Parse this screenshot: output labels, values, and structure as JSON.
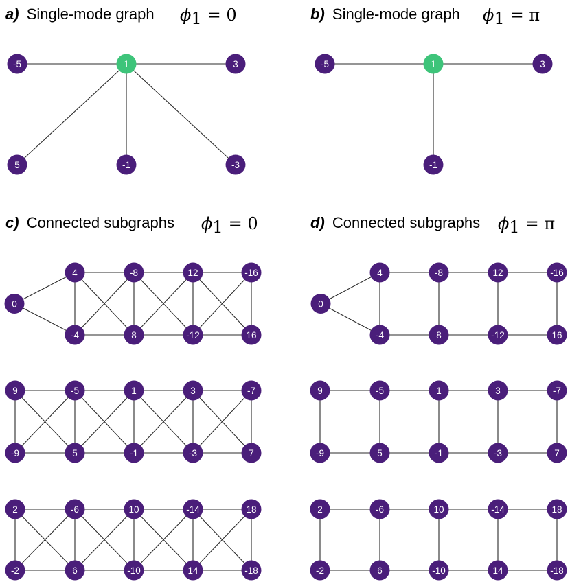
{
  "colors": {
    "node": "#4a1e7a",
    "highlight": "#3ec47a",
    "edge": "#2b2b2b"
  },
  "panels": [
    {
      "id": "a",
      "letter": "a)",
      "title": "Single-mode graph",
      "phi_symbol": "ϕ",
      "phi_sub": "1",
      "phi_eq": "= 0",
      "nodes": [
        {
          "id": "a-n1",
          "label": "1",
          "highlight": true
        },
        {
          "id": "a-nm5",
          "label": "-5"
        },
        {
          "id": "a-n3",
          "label": "3"
        },
        {
          "id": "a-n5",
          "label": "5"
        },
        {
          "id": "a-nm1",
          "label": "-1"
        },
        {
          "id": "a-nm3",
          "label": "-3"
        }
      ],
      "edges": [
        [
          "a-nm5",
          "a-n1"
        ],
        [
          "a-n1",
          "a-n3"
        ],
        [
          "a-n1",
          "a-n5"
        ],
        [
          "a-n1",
          "a-nm1"
        ],
        [
          "a-n1",
          "a-nm3"
        ]
      ]
    },
    {
      "id": "b",
      "letter": "b)",
      "title": "Single-mode graph",
      "phi_symbol": "ϕ",
      "phi_sub": "1",
      "phi_eq": "= π",
      "nodes": [
        {
          "id": "b-n1",
          "label": "1",
          "highlight": true
        },
        {
          "id": "b-nm5",
          "label": "-5"
        },
        {
          "id": "b-n3",
          "label": "3"
        },
        {
          "id": "b-nm1",
          "label": "-1"
        }
      ],
      "edges": [
        [
          "b-nm5",
          "b-n1"
        ],
        [
          "b-n1",
          "b-n3"
        ],
        [
          "b-n1",
          "b-nm1"
        ]
      ]
    },
    {
      "id": "c",
      "letter": "c)",
      "title": "Connected subgraphs",
      "phi_symbol": "ϕ",
      "phi_sub": "1",
      "phi_eq": "= 0",
      "rows": [
        {
          "top": [
            "4",
            "-8",
            "12",
            "-16"
          ],
          "bottom": [
            "-4",
            "8",
            "-12",
            "16"
          ],
          "left_node": "0"
        },
        {
          "top": [
            "9",
            "-5",
            "1",
            "3",
            "-7"
          ],
          "bottom": [
            "-9",
            "5",
            "-1",
            "-3",
            "7"
          ]
        },
        {
          "top": [
            "2",
            "-6",
            "10",
            "-14",
            "18"
          ],
          "bottom": [
            "-2",
            "6",
            "-10",
            "14",
            "-18"
          ]
        }
      ],
      "cross_edges": true
    },
    {
      "id": "d",
      "letter": "d)",
      "title": "Connected subgraphs",
      "phi_symbol": "ϕ",
      "phi_sub": "1",
      "phi_eq": "= π",
      "rows": [
        {
          "top": [
            "4",
            "-8",
            "12",
            "-16"
          ],
          "bottom": [
            "-4",
            "8",
            "-12",
            "16"
          ],
          "left_node": "0"
        },
        {
          "top": [
            "9",
            "-5",
            "1",
            "3",
            "-7"
          ],
          "bottom": [
            "-9",
            "5",
            "-1",
            "-3",
            "7"
          ]
        },
        {
          "top": [
            "2",
            "-6",
            "10",
            "-14",
            "18"
          ],
          "bottom": [
            "-2",
            "6",
            "-10",
            "14",
            "-18"
          ]
        }
      ],
      "cross_edges": false
    }
  ]
}
